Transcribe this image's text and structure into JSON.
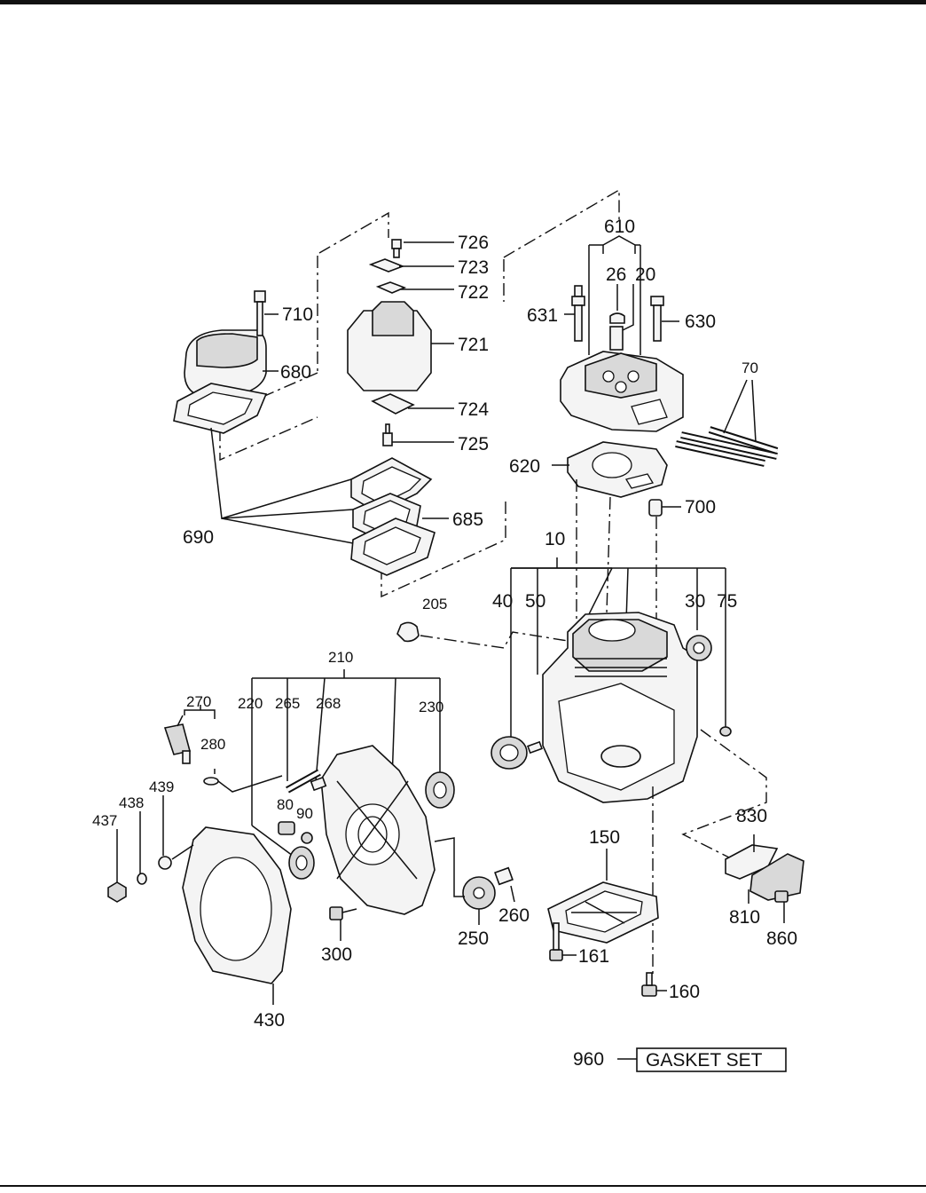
{
  "labels": {
    "l726": "726",
    "l723": "723",
    "l722": "722",
    "l710": "710",
    "l721": "721",
    "l680": "680",
    "l724": "724",
    "l725": "725",
    "l685": "685",
    "l690": "690",
    "l610": "610",
    "l26": "26",
    "l20": "20",
    "l631": "631",
    "l630": "630",
    "l70": "70",
    "l620": "620",
    "l700": "700",
    "l10": "10",
    "l205": "205",
    "l40": "40",
    "l50": "50",
    "l30": "30",
    "l75": "75",
    "l210": "210",
    "l270": "270",
    "l220": "220",
    "l265": "265",
    "l268": "268",
    "l230": "230",
    "l280": "280",
    "l439": "439",
    "l438": "438",
    "l437": "437",
    "l80": "80",
    "l90": "90",
    "l830": "830",
    "l150": "150",
    "l260": "260",
    "l250": "250",
    "l300": "300",
    "l810": "810",
    "l860": "860",
    "l161": "161",
    "l160": "160",
    "l430": "430"
  },
  "gasket_set": {
    "number": "960",
    "text": "GASKET SET"
  }
}
